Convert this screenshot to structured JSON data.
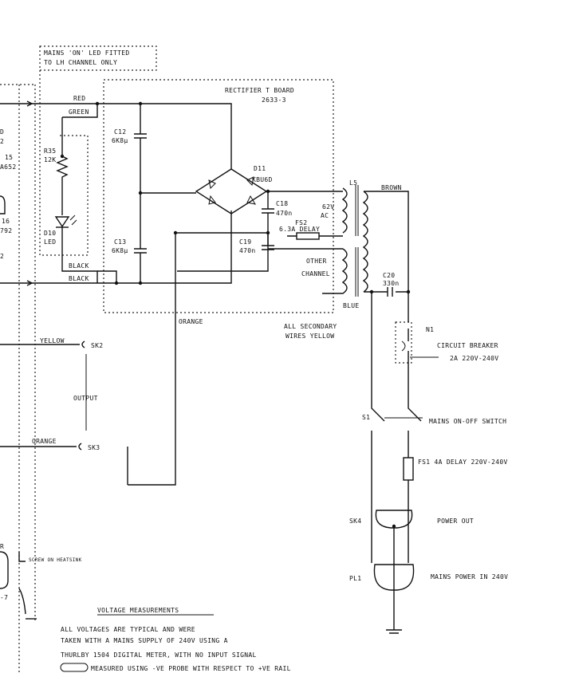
{
  "note": {
    "line1": "MAINS 'ON' LED FITTED",
    "line2": "TO LH CHANNEL ONLY"
  },
  "rectifier_board": {
    "title": "RECTIFIER T BOARD",
    "part": "2633-3"
  },
  "wires": {
    "red": "RED",
    "green": "GREEN",
    "black1": "BLACK",
    "black2": "BLACK",
    "orange": "ORANGE",
    "brown": "BROWN",
    "blue": "BLUE",
    "yellow": "YELLOW",
    "orange_out": "ORANGE"
  },
  "components": {
    "c12": {
      "name": "C12",
      "value": "6K8µ"
    },
    "c13": {
      "name": "C13",
      "value": "6K8µ"
    },
    "r35": {
      "name": "R35",
      "value": "12K"
    },
    "d10": {
      "name": "D10",
      "value": "LED"
    },
    "d11": {
      "name": "D11",
      "value": "KBU6D"
    },
    "c18": {
      "name": "C18",
      "value": "470n"
    },
    "c19": {
      "name": "C19",
      "value": "470n"
    },
    "fs2": {
      "name": "FS2",
      "value": "6.3A DELAY"
    },
    "ac": {
      "volts": "62V",
      "unit": "AC"
    },
    "ls": "L5",
    "c20": {
      "name": "C20",
      "value": "330n"
    },
    "n1": "N1",
    "s1": "S1",
    "sk2": "SK2",
    "sk3": "SK3",
    "sk4": "SK4",
    "pl1": "PL1"
  },
  "labels": {
    "other_channel_1": "OTHER",
    "other_channel_2": "CHANNEL",
    "secondary_1": "ALL SECONDARY",
    "secondary_2": "WIRES YELLOW",
    "breaker_title": "CIRCUIT BREAKER",
    "breaker_rating": "2A 220V-240V",
    "mains_switch": "MAINS ON-OFF SWITCH",
    "fs1": "FS1 4A DELAY 220V-240V",
    "power_out": "POWER OUT",
    "mains_in": "MAINS POWER IN 240V",
    "output": "OUTPUT",
    "heatsink": "SCREW ON HEATSINK"
  },
  "left_cut": {
    "a": "D",
    "b": "2",
    "c": "15",
    "d": "A652",
    "e": "16",
    "f": "792",
    "g": "2",
    "h": "R",
    "i": "-7"
  },
  "voltage": {
    "title": "VOLTAGE MEASUREMENTS",
    "line1": "ALL VOLTAGES ARE TYPICAL AND WERE",
    "line2": "TAKEN WITH A MAINS SUPPLY OF 240V USING A",
    "line3": "THURLBY 1504 DIGITAL METER, WITH NO INPUT SIGNAL",
    "line4": "MEASURED USING -VE PROBE WITH RESPECT TO +VE RAIL"
  }
}
